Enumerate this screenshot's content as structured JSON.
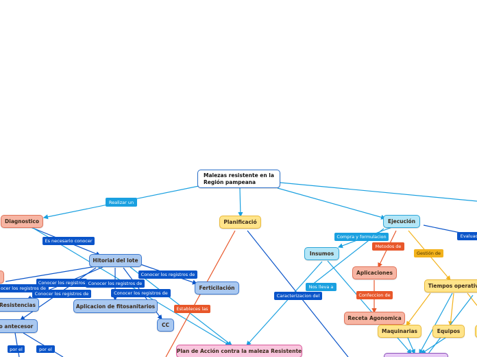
{
  "diagram": {
    "root": "Malezas resistente en la Región pampeana",
    "nodes": {
      "diagnostico": "Diagnostico",
      "planificacion": "Planificació",
      "ejecucion": "Ejecución",
      "historial": "Hitorial del lote",
      "fertilizacion": "Ferticilación",
      "resistencias": "Resistencias",
      "aplicacion_fito": "Aplicacion de fitosanitarios",
      "cc": "CC",
      "antecesor": "o antecesor",
      "plan_accion": "Plan de Acción contra la maleza Resistente",
      "insumos": "Insumos",
      "aplicaciones": "Aplicaciones",
      "receta": "Receta Agonomica",
      "tiempos": "Tiempos operativ",
      "maquinarias": "Maquinarias",
      "equipos": "Equipos"
    },
    "labels": {
      "realizar_un": "Realizar un",
      "es_necesario": "Es necesario conocer",
      "conocer_1": "Conocer los registros de",
      "conocer_2": "Conocer los registros",
      "conocer_3": "Conocer los registros de",
      "conocer_4": "Conocer los registros de",
      "conocer_5": "Conocer los registros de",
      "conocer_6": "ocer los registros de",
      "estableces": "Estableces las",
      "caracterizacion": "Caracterizacion del",
      "nos_lleva": "Nos lleva a",
      "compra": "Compra y formulacion",
      "metodos": "Metodos de",
      "gestion": "Gestión de",
      "confeccion": "Confeccion de",
      "evaluac": "Evaluac",
      "por_el_1": "por el",
      "por_el_2": "por el"
    }
  },
  "colors": {
    "blue_line": "#0a54c9",
    "cyan_line": "#1aa0e0",
    "orange_line": "#e8572a",
    "gold_line": "#f2b21c"
  }
}
